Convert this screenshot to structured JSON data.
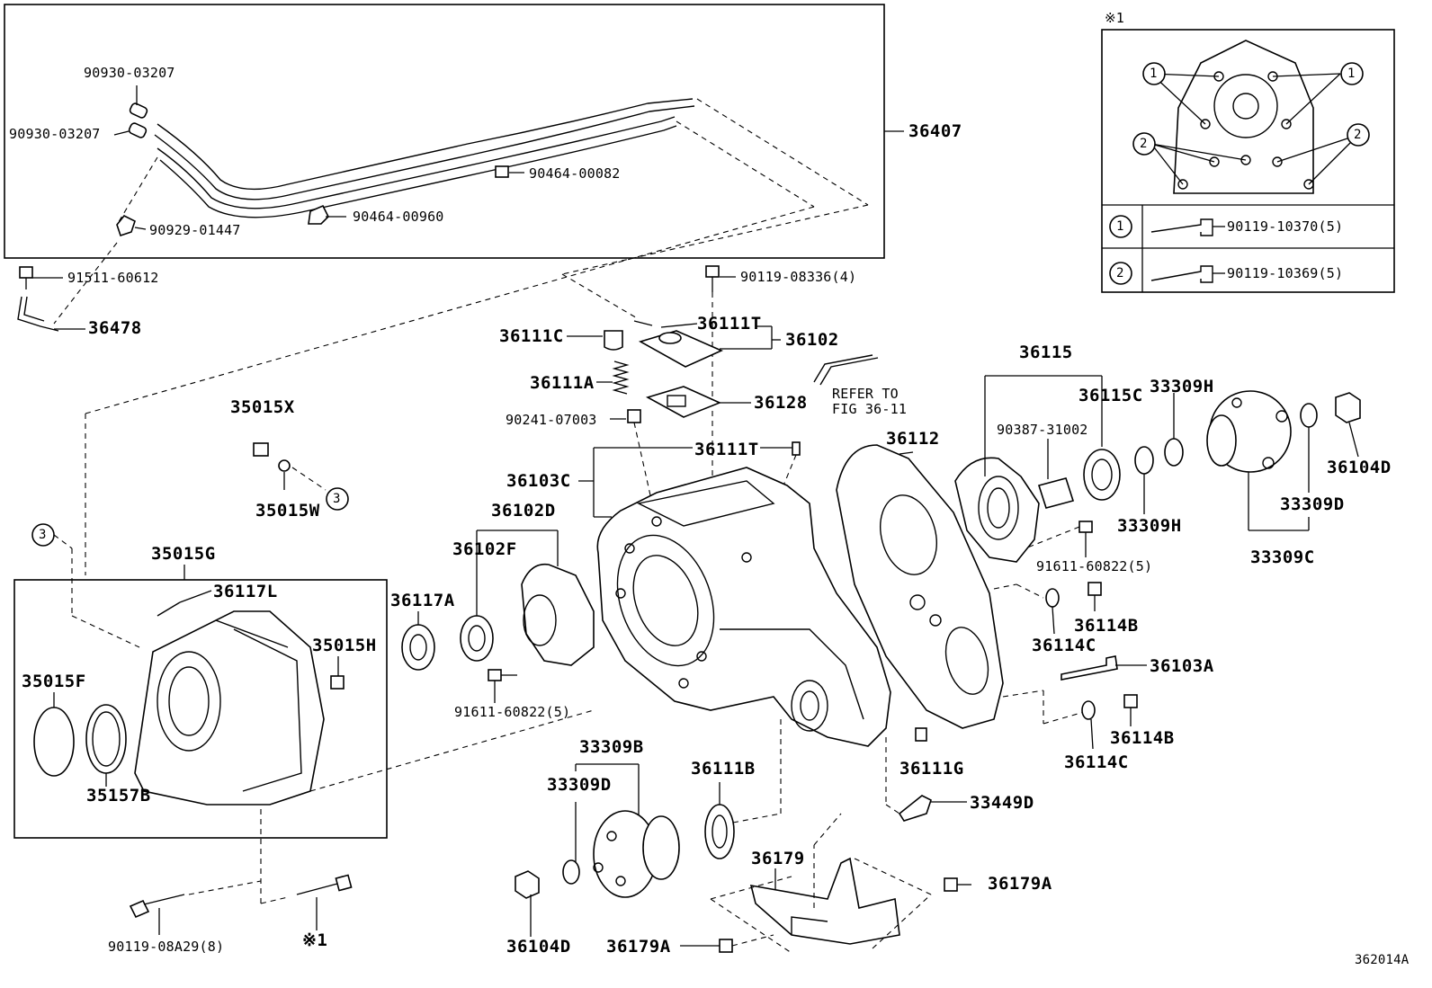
{
  "labels": {
    "p90930_03207_a": "90930-03207",
    "p90930_03207_b": "90930-03207",
    "p36407": "36407",
    "p90464_00082": "90464-00082",
    "p90929_01447": "90929-01447",
    "p90464_00960": "90464-00960",
    "p91511_60612": "91511-60612",
    "p36478": "36478",
    "p90119_08336": "90119-08336(4)",
    "p36111C": "36111C",
    "p36111T_top": "36111T",
    "p36102": "36102",
    "p36111A": "36111A",
    "p36128": "36128",
    "p90241_07003": "90241-07003",
    "refer": "REFER TO",
    "fig": "FIG 36-11",
    "p36111T_mid": "36111T",
    "p36103C": "36103C",
    "p35015X": "35015X",
    "p35015W": "35015W",
    "p36102D": "36102D",
    "p36102F": "36102F",
    "p35015G": "35015G",
    "p36117L": "36117L",
    "p36117A": "36117A",
    "p35015H": "35015H",
    "p35015F": "35015F",
    "p35157B": "35157B",
    "p91611_60822_left": "91611-60822(5)",
    "p33309B": "33309B",
    "p33309D_bottom": "33309D",
    "p36111B": "36111B",
    "p36179": "36179",
    "p36179A_right": "36179A",
    "p36179A_bottom": "36179A",
    "p36104D_bottom": "36104D",
    "p90119_08A29": "90119-08A29(8)",
    "star1_bottom": "※1",
    "p36115": "36115",
    "p36112": "36112",
    "p90387_31002": "90387-31002",
    "p36115C": "36115C",
    "p33309H_top": "33309H",
    "p33309H_mid": "33309H",
    "p36104D_right": "36104D",
    "p33309D_right": "33309D",
    "p33309C": "33309C",
    "p91611_60822_right": "91611-60822(5)",
    "p36114B_a": "36114B",
    "p36114C_a": "36114C",
    "p36103A": "36103A",
    "p36114B_b": "36114B",
    "p36114C_b": "36114C",
    "p36111G": "36111G",
    "p33449D": "33449D",
    "figure_id": "362014A"
  },
  "inset": {
    "title": "※1",
    "rows": [
      {
        "num": "1",
        "part": "90119-10370(5)"
      },
      {
        "num": "2",
        "part": "90119-10369(5)"
      }
    ],
    "callouts": [
      "1",
      "1",
      "2",
      "2"
    ]
  },
  "refs": {
    "circle3_a": "3",
    "circle3_b": "3"
  }
}
